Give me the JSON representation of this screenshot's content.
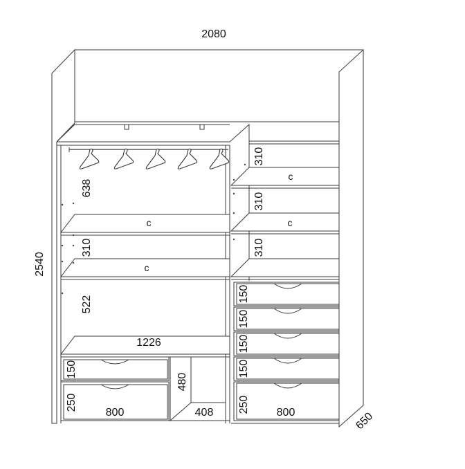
{
  "dimensions": {
    "overall_width": "2080",
    "overall_height": "2540",
    "depth": "650",
    "hanging_height": "638",
    "left_shelf_gap": "310",
    "left_lower_gap": "522",
    "inner_width": "1226",
    "left_drawer_small": "150",
    "left_drawer_large": "250",
    "left_drawer_width": "800",
    "open_niche_height": "480",
    "open_niche_width": "408",
    "right_shelf_gap_1": "310",
    "right_shelf_gap_2": "310",
    "right_shelf_gap_3": "310",
    "right_drawer_1": "150",
    "right_drawer_2": "150",
    "right_drawer_3": "150",
    "right_drawer_4": "150",
    "right_drawer_5": "250",
    "right_drawer_width": "800"
  },
  "shelf_labels": {
    "left_shelf_1": "c",
    "left_shelf_2": "c",
    "right_shelf_1": "c",
    "right_shelf_2": "c"
  },
  "colors": {
    "line": "#3a3a3a",
    "background": "#ffffff"
  }
}
